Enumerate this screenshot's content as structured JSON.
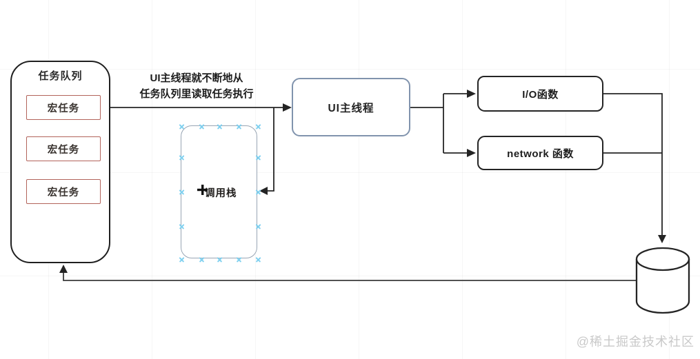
{
  "diagram": {
    "task_queue": {
      "title": "任务队列",
      "tasks": [
        "宏任务",
        "宏任务",
        "宏任务"
      ]
    },
    "annotation": {
      "line1": "UI主线程就不断地从",
      "line2": "任务队列里读取任务执行"
    },
    "nodes": {
      "ui_thread": "UI主线程",
      "call_stack": "调用栈",
      "io_function": "I/O函数",
      "network_function": "network 函数"
    },
    "icons": {
      "database": "database-cylinder-icon",
      "move_cursor": "move-cursor-icon",
      "selection_handle": "selection-handle-icon"
    },
    "watermark": "@稀土掘金技术社区",
    "colors": {
      "connector": "#242424",
      "task_border": "#b2635a",
      "ui_thread_border": "#8093ad",
      "call_stack_border": "#98a5b4",
      "selection_handle": "#7fd0ef",
      "watermark": "#c9c9c9"
    }
  }
}
